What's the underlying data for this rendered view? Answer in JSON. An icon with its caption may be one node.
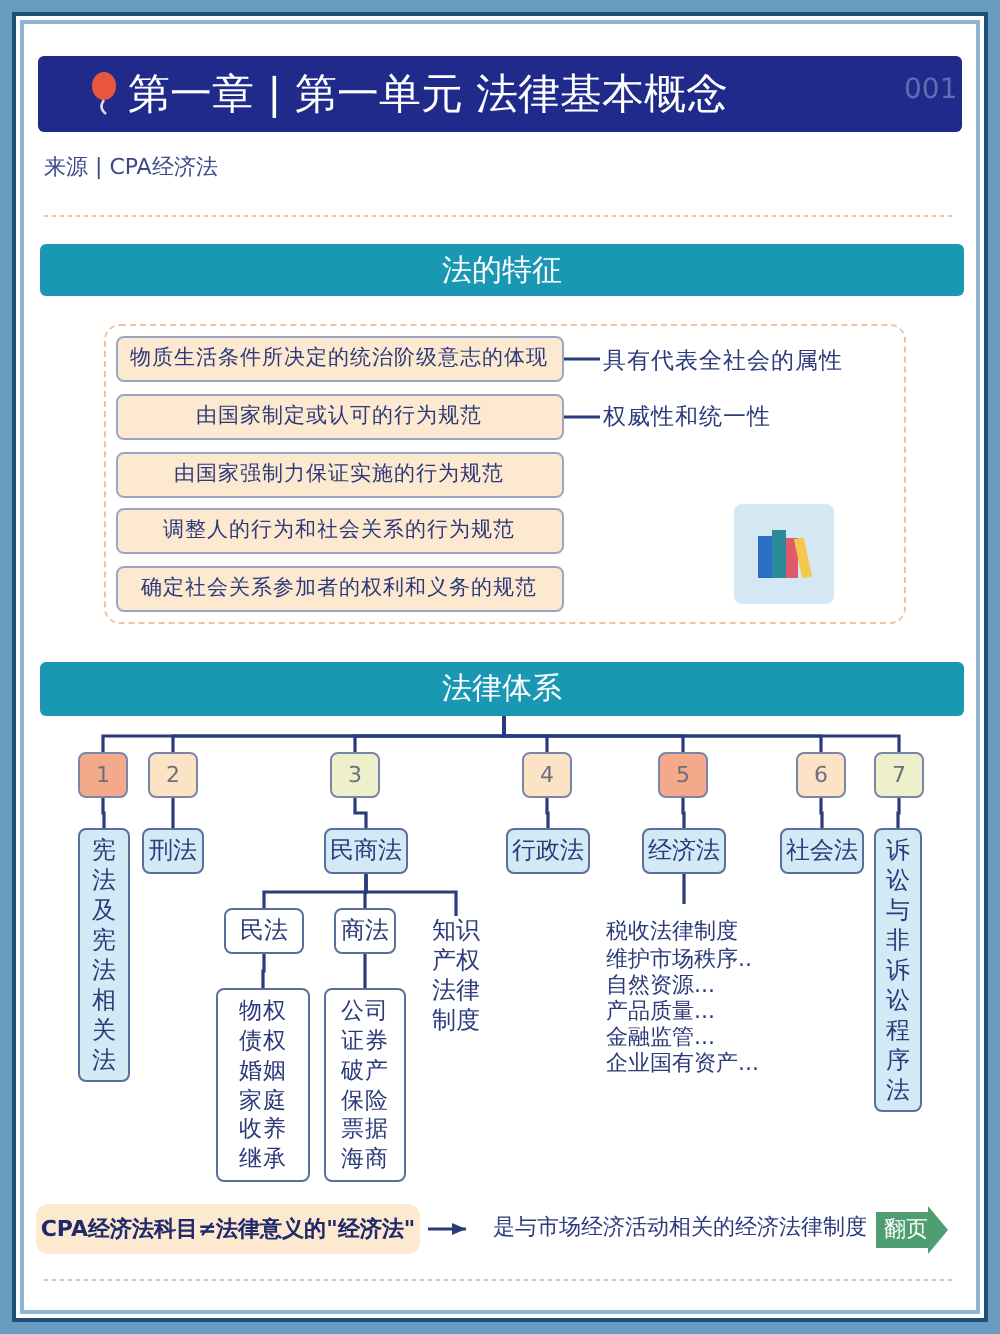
{
  "diagram": {
    "title": "第一章 | 第一单元 法律基本概念",
    "nodes": [
      {
        "text": [
          "法的特征"
        ]
      },
      {
        "text": [],
        "shape": "box"
      },
      {
        "text": [
          "物质生活条件所决定的统治阶级意志的体现"
        ],
        "in": 1
      },
      {
        "text": [
          "具有代表全社会的属性"
        ],
        "in": 1
      },
      {
        "text": [
          "由国家制定或认可的行为规范"
        ],
        "in": 1
      },
      {
        "text": [
          "权威性和统一性"
        ],
        "in": 1
      },
      {
        "text": [
          "由国家强制力保证实施的行为规范"
        ],
        "in": 1
      },
      {
        "text": [
          "调整人的行为和社会关系的行为规范"
        ],
        "in": 1
      },
      {
        "text": [
          "确定社会关系参加者的权利和义务的规范"
        ],
        "in": 1
      },
      {
        "text": [
          "法律体系"
        ]
      },
      {
        "text": [
          "1"
        ]
      },
      {
        "text": [
          "宪法及宪法相关法"
        ]
      },
      {
        "text": [
          "2"
        ]
      },
      {
        "text": [
          "刑法"
        ]
      },
      {
        "text": [
          "3"
        ]
      },
      {
        "text": [
          "民商法"
        ]
      },
      {
        "text": [
          "民法"
        ]
      },
      {
        "text": [
          "商法"
        ]
      },
      {
        "text": [
          "知识产权法律制度"
        ]
      },
      {
        "text": [
          "物权",
          "债权",
          "婚姻",
          "家庭",
          "收养",
          "继承"
        ]
      },
      {
        "text": [
          "公司",
          "证券",
          "破产",
          "保险",
          "票据",
          "海商"
        ]
      },
      {
        "text": [
          "4"
        ]
      },
      {
        "text": [
          "行政法"
        ]
      },
      {
        "text": [
          "5"
        ]
      },
      {
        "text": [
          "经济法"
        ]
      },
      {
        "text": [
          "税收法律制度",
          "维护市场秩序..",
          "自然资源...",
          "产品质量...",
          "金融监管...",
          "企业国有资产..."
        ]
      },
      {
        "text": [
          "6"
        ]
      },
      {
        "text": [
          "社会法"
        ]
      },
      {
        "text": [
          "7"
        ]
      },
      {
        "text": [
          "诉讼与非诉讼程序法"
        ]
      },
      {
        "text": [
          "CPA经济法科目≠法律意义的\"经济法\""
        ]
      },
      {
        "text": [
          "是与市场经济活动相关的经济法律制度"
        ]
      },
      {
        "text": [
          "翻页"
        ]
      }
    ],
    "edges": [
      {
        "from": 2,
        "to": 3,
        "arrow": "none"
      },
      {
        "from": 4,
        "to": 5,
        "arrow": "none"
      },
      {
        "from": 9,
        "to": 10,
        "arrow": "none"
      },
      {
        "from": 9,
        "to": 12,
        "arrow": "none"
      },
      {
        "from": 9,
        "to": 14,
        "arrow": "none"
      },
      {
        "from": 9,
        "to": 21,
        "arrow": "none"
      },
      {
        "from": 9,
        "to": 23,
        "arrow": "none"
      },
      {
        "from": 9,
        "to": 26,
        "arrow": "none"
      },
      {
        "from": 9,
        "to": 28,
        "arrow": "none"
      },
      {
        "from": 10,
        "to": 11,
        "arrow": "none"
      },
      {
        "from": 12,
        "to": 13,
        "arrow": "none"
      },
      {
        "from": 14,
        "to": 15,
        "arrow": "none"
      },
      {
        "from": 15,
        "to": 16,
        "arrow": "none"
      },
      {
        "from": 15,
        "to": 17,
        "arrow": "none"
      },
      {
        "from": 15,
        "to": 18,
        "arrow": "none"
      },
      {
        "from": 16,
        "to": 19,
        "arrow": "none"
      },
      {
        "from": 17,
        "to": 20,
        "arrow": "none"
      },
      {
        "from": 21,
        "to": 22,
        "arrow": "none"
      },
      {
        "from": 23,
        "to": 24,
        "arrow": "none"
      },
      {
        "from": 24,
        "to": 25,
        "arrow": "none"
      },
      {
        "from": 26,
        "to": 27,
        "arrow": "none"
      },
      {
        "from": 28,
        "to": 29,
        "arrow": "none"
      },
      {
        "from": 30,
        "to": 31,
        "arrow": "to"
      }
    ],
    "labels": [
      "001",
      "来源 | CPA经济法"
    ]
  }
}
